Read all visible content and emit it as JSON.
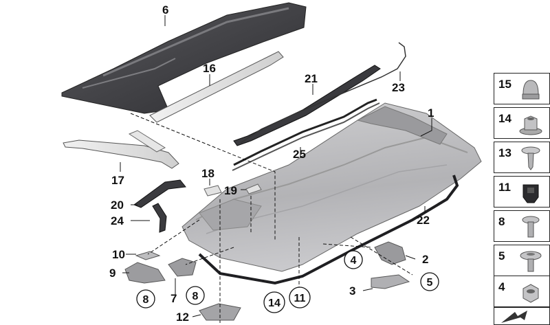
{
  "callouts": {
    "p1": "1",
    "p2": "2",
    "p3": "3",
    "p6": "6",
    "p7": "7",
    "p9": "9",
    "p10": "10",
    "p12": "12",
    "p16": "16",
    "p17": "17",
    "p18": "18",
    "p19": "19",
    "p20": "20",
    "p21": "21",
    "p22": "22",
    "p23": "23",
    "p24": "24",
    "p25": "25"
  },
  "circled_callouts": {
    "c4": "4",
    "c5": "5",
    "c8a": "8",
    "c8b": "8",
    "c14": "14",
    "c11": "11"
  },
  "side_panel": [
    {
      "label": "15",
      "icon": "cap-nut-icon"
    },
    {
      "label": "14",
      "icon": "flange-nut-icon"
    },
    {
      "label": "13",
      "icon": "push-rivet-icon"
    },
    {
      "label": "11",
      "icon": "clip-icon"
    },
    {
      "label": "8",
      "icon": "screw-icon"
    },
    {
      "label": "5",
      "icon": "flange-screw-icon"
    },
    {
      "label": "4",
      "icon": "hex-nut-icon"
    }
  ]
}
